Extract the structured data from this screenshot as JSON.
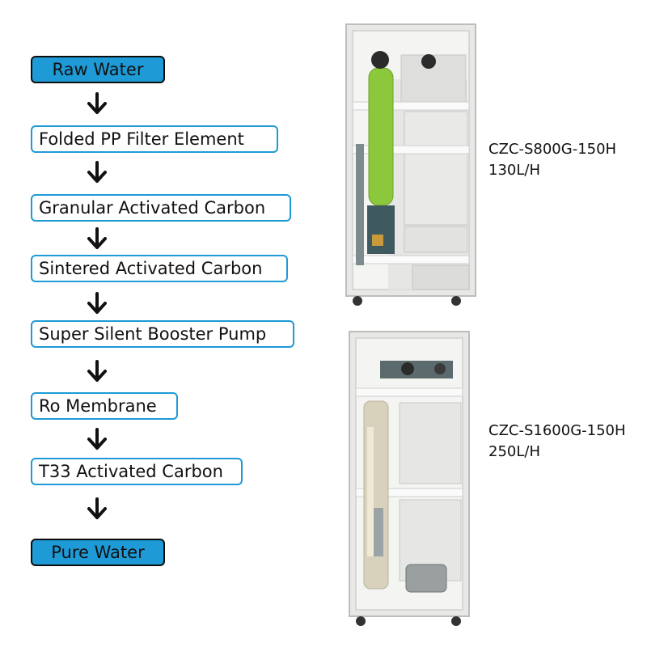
{
  "flow": {
    "steps": [
      "Raw Water",
      "Folded PP Filter Element",
      "Granular Activated Carbon",
      "Sintered Activated Carbon",
      "Super Silent Booster Pump",
      "Ro Membrane",
      "T33 Activated Carbon",
      "Pure Water"
    ]
  },
  "products": [
    {
      "model": "CZC-S800G-150H",
      "capacity": "130L/H"
    },
    {
      "model": "CZC-S1600G-150H",
      "capacity": "250L/H"
    }
  ],
  "colors": {
    "accent": "#1e9ad6",
    "filter_green": "#8cc83c"
  }
}
